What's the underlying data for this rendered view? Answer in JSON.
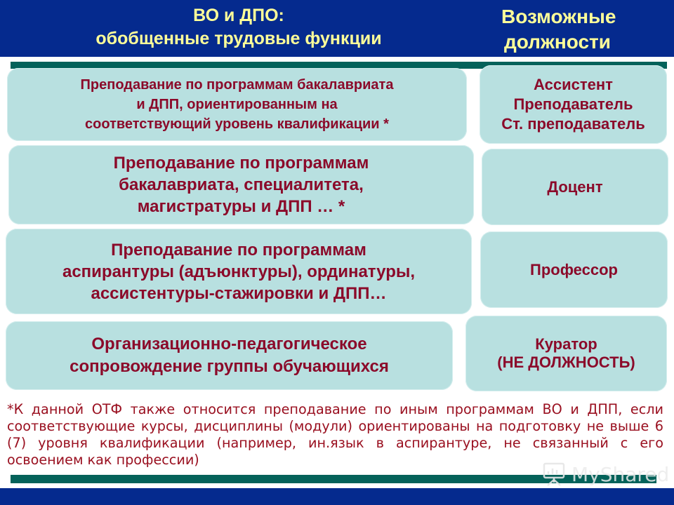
{
  "header": {
    "left_title_line1": "ВО и ДПО:",
    "left_title_line2": "обобщенные трудовые функции",
    "right_title_line1": "Возможные",
    "right_title_line2": "должности"
  },
  "functions": [
    {
      "text": "Преподавание по программам бакалавриата\nи ДПП, ориентированным на\nсоответствующий уровень квалификации *"
    },
    {
      "text": "Преподавание по программам\nбакалавриата, специалитета,\nмагистратуры  и ДПП … *"
    },
    {
      "text": "Преподавание по программам\nаспирантуры (адъюнктуры), ординатуры,\nассистентуры-стажировки и ДПП…"
    },
    {
      "text": "Организационно-педагогическое\nсопровождение группы обучающихся"
    }
  ],
  "positions": [
    {
      "text": "Ассистент\nПреподаватель\nСт. преподаватель"
    },
    {
      "text": "Доцент"
    },
    {
      "text": "Профессор"
    },
    {
      "text": "Куратор\n(НЕ ДОЛЖНОСТЬ)"
    }
  ],
  "footnote": "*К данной ОТФ также относится преподавание по иным программам ВО и ДПП, если соответствующие курсы, дисциплины (модули) ориентированы на подготовку не выше 6 (7) уровня квалификации (например, ин.язык в аспирантуре, не связанный с его освоением как профессии)",
  "watermark": {
    "label": "MyShared",
    "icon": "presentation-board-icon"
  },
  "colors": {
    "header_bg": "#052a8e",
    "header_text": "#ffff99",
    "teal_bar": "#04625a",
    "box_bg": "#b8e0e0",
    "box_text": "#8b0a2a",
    "footnote_text": "#9a1020"
  }
}
